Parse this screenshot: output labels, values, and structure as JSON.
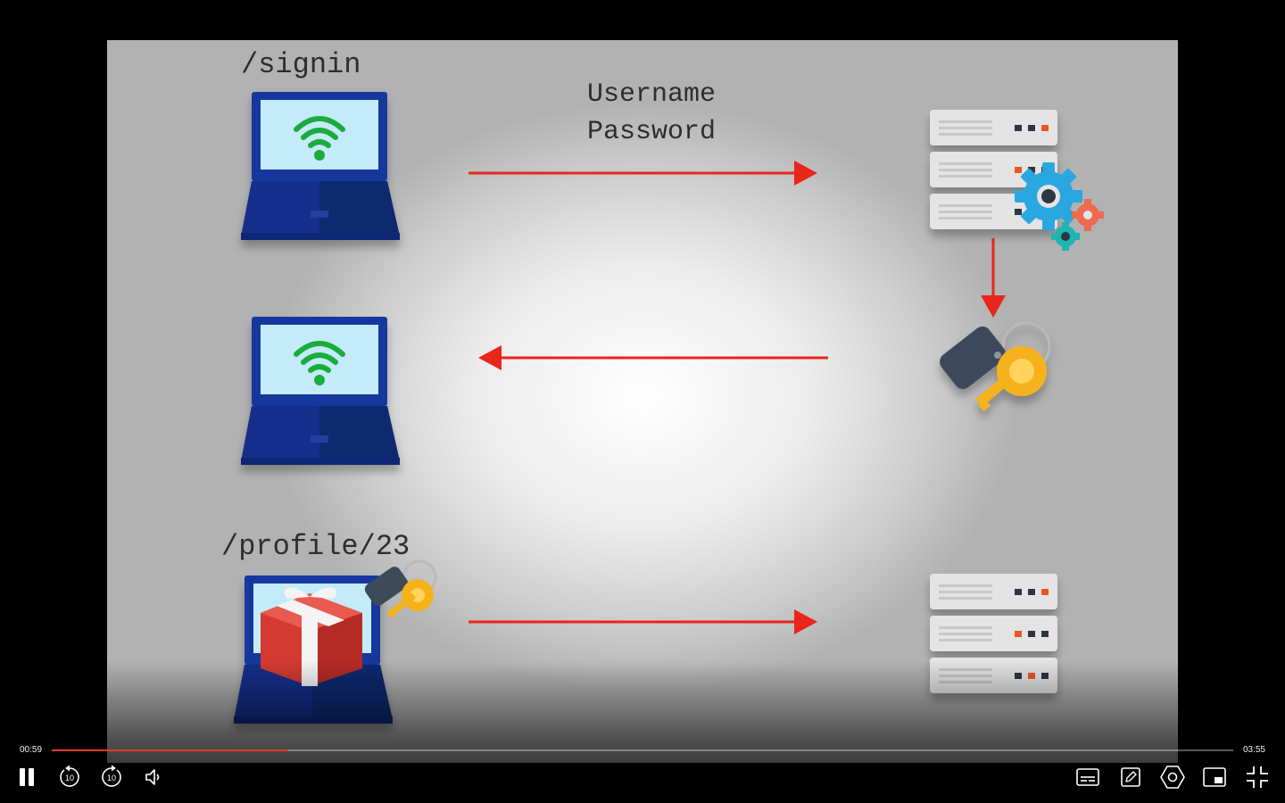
{
  "video": {
    "labels": {
      "signin": "/signin",
      "credentials_line1": "Username",
      "credentials_line2": "Password",
      "profile": "/profile/23"
    }
  },
  "player": {
    "time_current": "00:59",
    "time_total": "03:55",
    "progress": 0.2,
    "accent_color": "#e03b2a",
    "buttons": {
      "play_pause": "pause-icon",
      "rewind": "10",
      "forward": "10",
      "volume": "volume-icon",
      "captions": "captions-icon",
      "notes": "edit-note-icon",
      "settings": "settings-icon",
      "pip": "picture-in-picture-icon",
      "fullscreen": "exit-fullscreen-icon"
    }
  },
  "colors": {
    "arrow": "#e8261c",
    "laptop_body": "#15349a",
    "laptop_screen": "#c4ebfa",
    "wifi": "#1bab3e",
    "server": "#e4e4e4",
    "gear_blue": "#2aa6e0",
    "key": "#f5b21a"
  }
}
